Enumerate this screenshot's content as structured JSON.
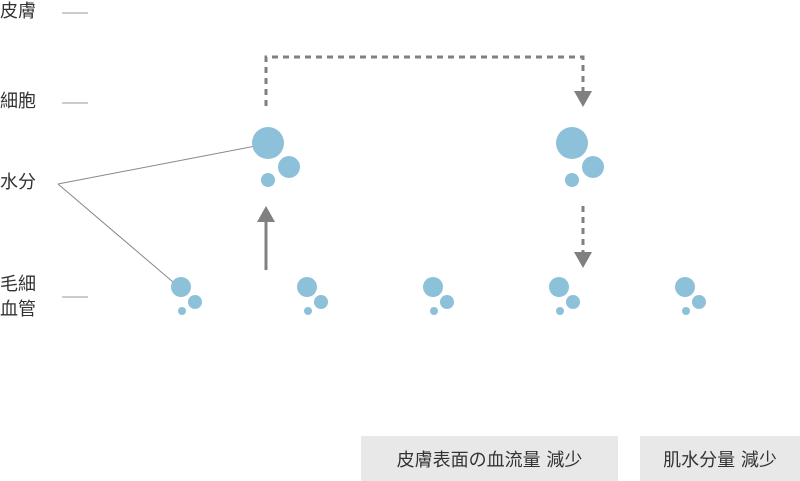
{
  "labels": {
    "skin": "皮膚",
    "cell": "細胞",
    "water": "水分",
    "capillary_line1": "毛細",
    "capillary_line2": "血管"
  },
  "captions": {
    "surface_blood_flow": "皮膚表面の血流量 減少",
    "skin_water": "肌水分量 減少"
  },
  "colors": {
    "droplet": "#8dc1da",
    "arrow": "#808080",
    "rule": "#999999",
    "caption_bg": "#e8e8e8",
    "text": "#333333"
  }
}
